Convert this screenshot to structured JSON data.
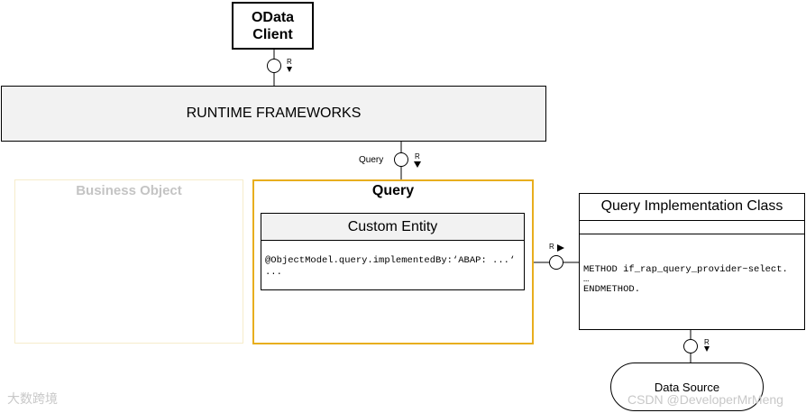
{
  "odata_client": {
    "line1": "OData",
    "line2": "Client"
  },
  "runtime_frameworks": {
    "label": "RUNTIME FRAMEWORKS"
  },
  "business_object": {
    "title": "Business Object"
  },
  "query_box": {
    "title": "Query"
  },
  "custom_entity": {
    "title": "Custom Entity",
    "code_line1": "@ObjectModel.query.implementedBy:‘ABAP: ...‘",
    "code_line2": "..."
  },
  "query_impl_class": {
    "title": "Query Implementation Class",
    "code_line1": "METHOD if_rap_query_provider~select.",
    "code_line2": "…",
    "code_line3": "ENDMETHOD."
  },
  "data_source": {
    "label": "Data Source"
  },
  "interfaces": {
    "r_label": "R",
    "query_label": "Query"
  },
  "watermarks": {
    "left": "大数跨境",
    "right": "CSDN @DeveloperMrMeng"
  },
  "colors": {
    "query_border": "#e8ae1e",
    "bo_border": "#f6eccb",
    "bo_title": "#c4c4c4",
    "header_fill": "#f2f2f2"
  }
}
